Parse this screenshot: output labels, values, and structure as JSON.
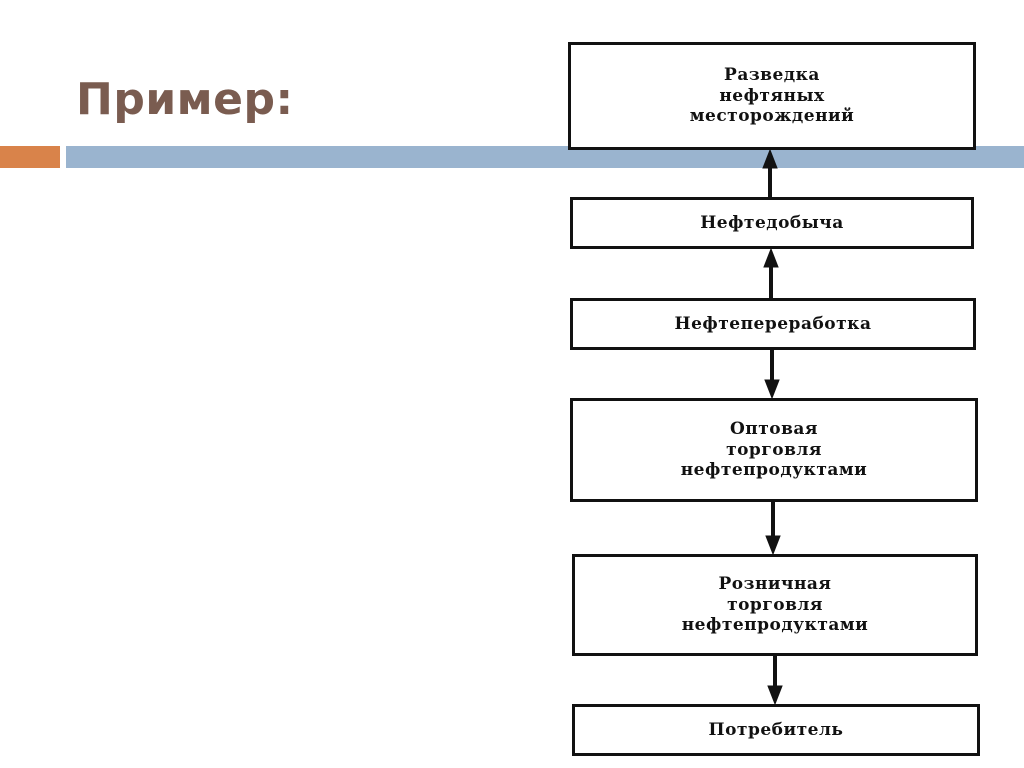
{
  "slide": {
    "title": "Пример:"
  },
  "colors": {
    "title": "#7a5c50",
    "accent_orange": "#d9834a",
    "accent_blue": "#9ab4cf",
    "box_border": "#111111"
  },
  "flow": {
    "boxes": [
      {
        "label": "Разведка\nнефтяных\nместорождений"
      },
      {
        "label": "Нефтедобыча"
      },
      {
        "label": "Нефтепереработка"
      },
      {
        "label": "Оптовая\nторговля\nнефтепродуктами"
      },
      {
        "label": "Розничная\nторговля\nнефтепродуктами"
      },
      {
        "label": "Потребитель"
      }
    ],
    "arrows": [
      {
        "from": "Нефтедобыча",
        "to": "Разведка нефтяных месторождений",
        "direction": "up"
      },
      {
        "from": "Нефтепереработка",
        "to": "Нефтедобыча",
        "direction": "up"
      },
      {
        "from": "Нефтепереработка",
        "to": "Оптовая торговля нефтепродуктами",
        "direction": "down"
      },
      {
        "from": "Оптовая торговля нефтепродуктами",
        "to": "Розничная торговля нефтепродуктами",
        "direction": "down"
      },
      {
        "from": "Розничная торговля нефтепродуктами",
        "to": "Потребитель",
        "direction": "down"
      }
    ]
  }
}
